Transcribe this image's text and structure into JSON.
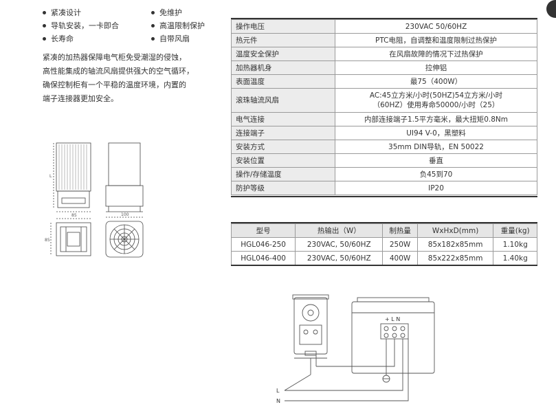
{
  "features": [
    {
      "label": "紧凑设计"
    },
    {
      "label": "免维护"
    },
    {
      "label": "导轨安装，一卡即合"
    },
    {
      "label": "高温限制保护"
    },
    {
      "label": "长寿命"
    },
    {
      "label": "自带风扇"
    }
  ],
  "description": [
    "紧凑的加热器保障电气柜免受潮湿的侵蚀，",
    "高性能集成的轴流风扇提供强大的空气循环，",
    "确保控制柜有一个平稳的温度环境，内置的",
    "端子连接器更加安全。"
  ],
  "specs": [
    {
      "key": "操作电压",
      "value": "230VAC  50/60HZ"
    },
    {
      "key": "热元件",
      "value": "PTC电阻，自调整和温度限制过热保护"
    },
    {
      "key": "温度安全保护",
      "value": "在风扇故障的情况下过热保护"
    },
    {
      "key": "加热器机身",
      "value": "拉伸铝"
    },
    {
      "key": "表面温度",
      "value": "最75（400W）"
    },
    {
      "key": "滚珠轴流风扇",
      "value": "AC:45立方米/小时(50HZ)54立方米/小时",
      "value2": "（60HZ）使用寿命50000/小时（25）"
    },
    {
      "key": "电气连接",
      "value": "内部连接端子1.5平方毫米，最大扭矩0.8Nm"
    },
    {
      "key": "连接端子",
      "value": "UI94 V-0，黑塑料"
    },
    {
      "key": "安装方式",
      "value": "35mm DIN导轨，EN 50022"
    },
    {
      "key": "安装位置",
      "value": "垂直"
    },
    {
      "key": "操作/存储温度",
      "value": "负45到70"
    },
    {
      "key": "防护等级",
      "value": "IP20"
    }
  ],
  "models": {
    "headers": [
      "型号",
      "热输出（W）",
      "制热量",
      "WxHxD(mm)",
      "重量(kg)"
    ],
    "rows": [
      [
        "HGL046-250",
        "230VAC, 50/60HZ",
        "250W",
        "85x182x85mm",
        "1.10kg"
      ],
      [
        "HGL046-400",
        "230VAC, 50/60HZ",
        "400W",
        "85x222x85mm",
        "1.40kg"
      ]
    ]
  },
  "drawing": {
    "dim_85": "85",
    "dim_100": "100",
    "dim_side": "85",
    "dim_height": "L"
  },
  "wiring": {
    "terminal_label": "+ L N",
    "wire_l": "L",
    "wire_n": "N"
  },
  "colors": {
    "text": "#333333",
    "header_bg": "#e6e6e6",
    "key_bg": "#ececec",
    "rule": "#333333"
  }
}
